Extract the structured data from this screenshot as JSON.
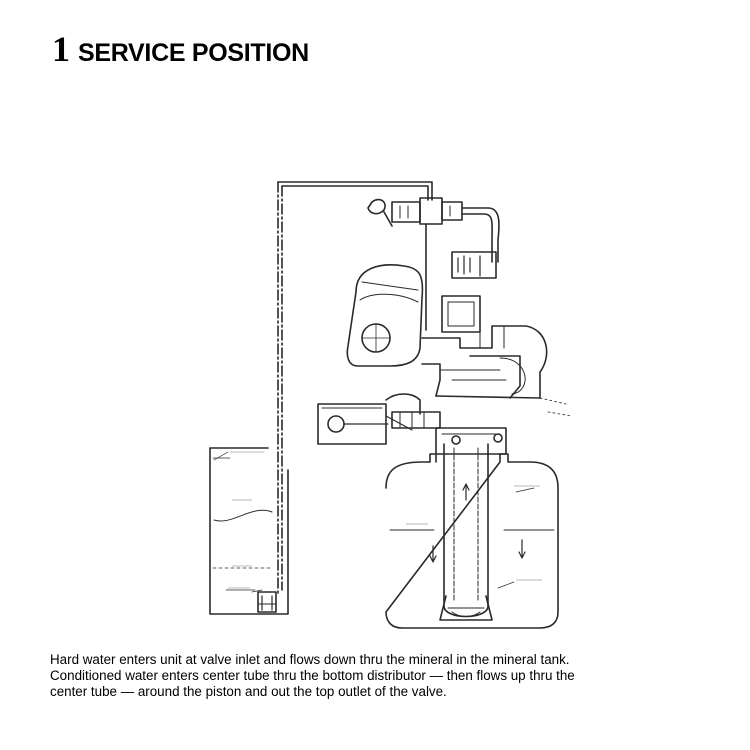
{
  "heading": {
    "number": "1",
    "title": "SERVICE POSITION"
  },
  "caption": {
    "line1": "Hard water enters unit at valve inlet and flows down thru the mineral in the mineral tank.",
    "line2": "Conditioned water enters center tube thru the bottom distributor — then flows up thru the",
    "line3": "center tube — around the piston and out the top outlet of the valve."
  },
  "colors": {
    "ink": "#000000",
    "line": "#2a2a2a",
    "background": "#ffffff"
  }
}
